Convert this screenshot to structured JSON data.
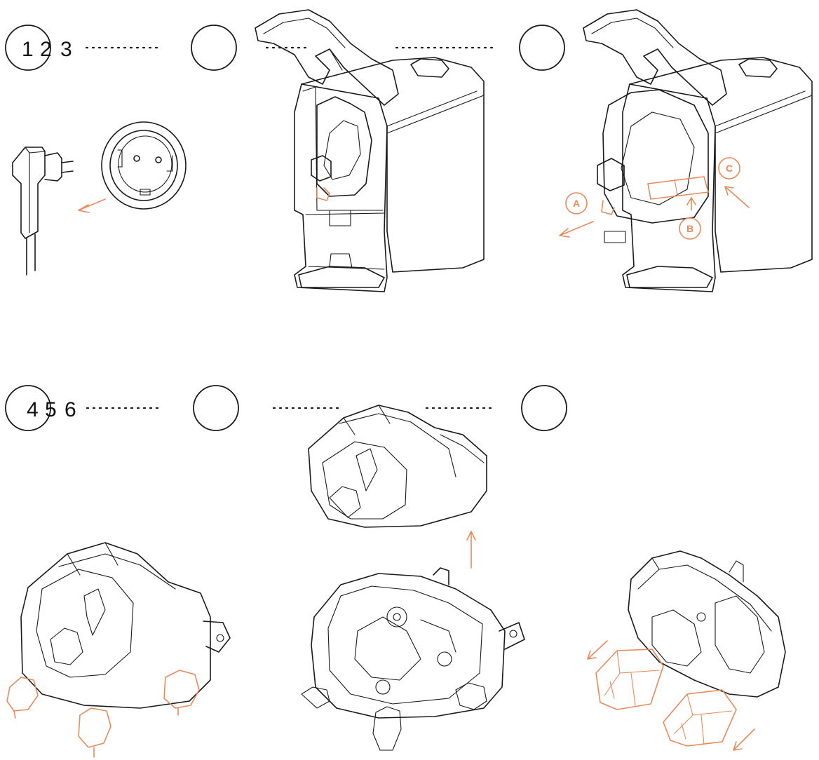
{
  "step_rows": [
    {
      "numbers": [
        "1",
        "2",
        "3"
      ]
    },
    {
      "numbers": [
        "4",
        "5",
        "6"
      ]
    }
  ],
  "callouts": [
    "A",
    "B",
    "C"
  ],
  "accent_color": "#e98a5a",
  "line_color": "#1a1a1a"
}
